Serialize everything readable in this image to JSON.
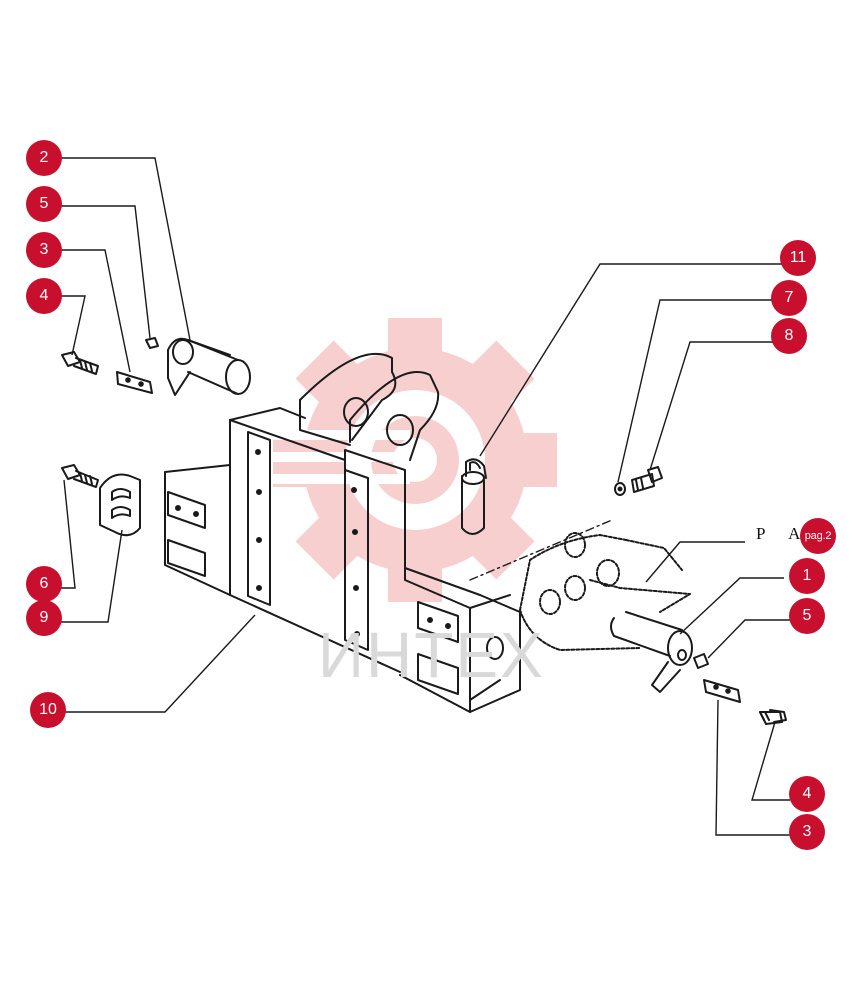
{
  "diagram": {
    "reference_text": "P A",
    "reference_page": "pag.2",
    "watermark_text": "ИНТЕХ",
    "accent_color": "#c8102e",
    "watermark_color": "#f4c4c4",
    "callouts": [
      "2",
      "5",
      "3",
      "4",
      "6",
      "9",
      "10",
      "11",
      "7",
      "8",
      "1",
      "5",
      "4",
      "3"
    ]
  }
}
